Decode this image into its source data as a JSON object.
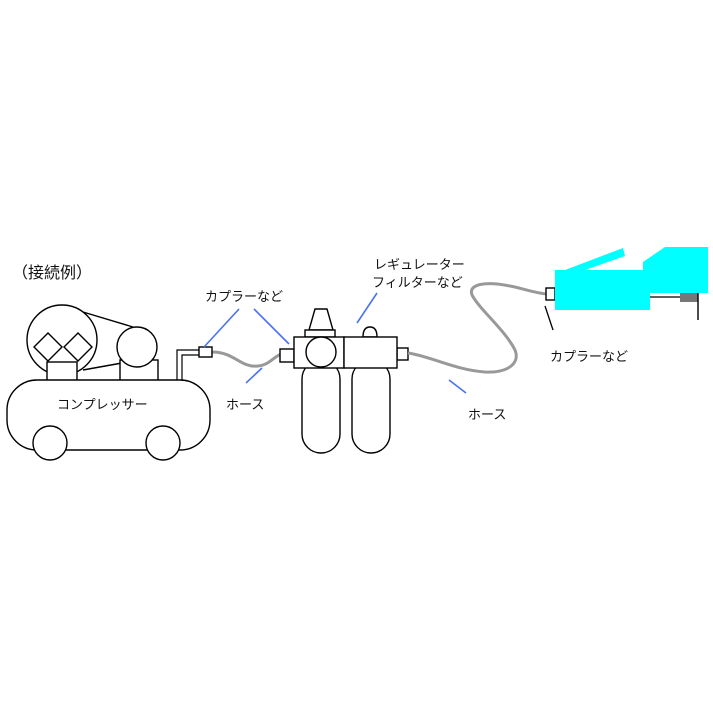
{
  "title": "（接続例）",
  "labels": {
    "compressor": "コンプレッサー",
    "coupler_left": "カプラーなど",
    "hose_left": "ホース",
    "regulator_line1": "レギュレーター",
    "regulator_line2": "フィルターなど",
    "hose_right": "ホース",
    "coupler_right": "カプラーなど"
  },
  "colors": {
    "tool": "#00ffff",
    "hose": "#999999",
    "leader": "#4a72f0"
  }
}
